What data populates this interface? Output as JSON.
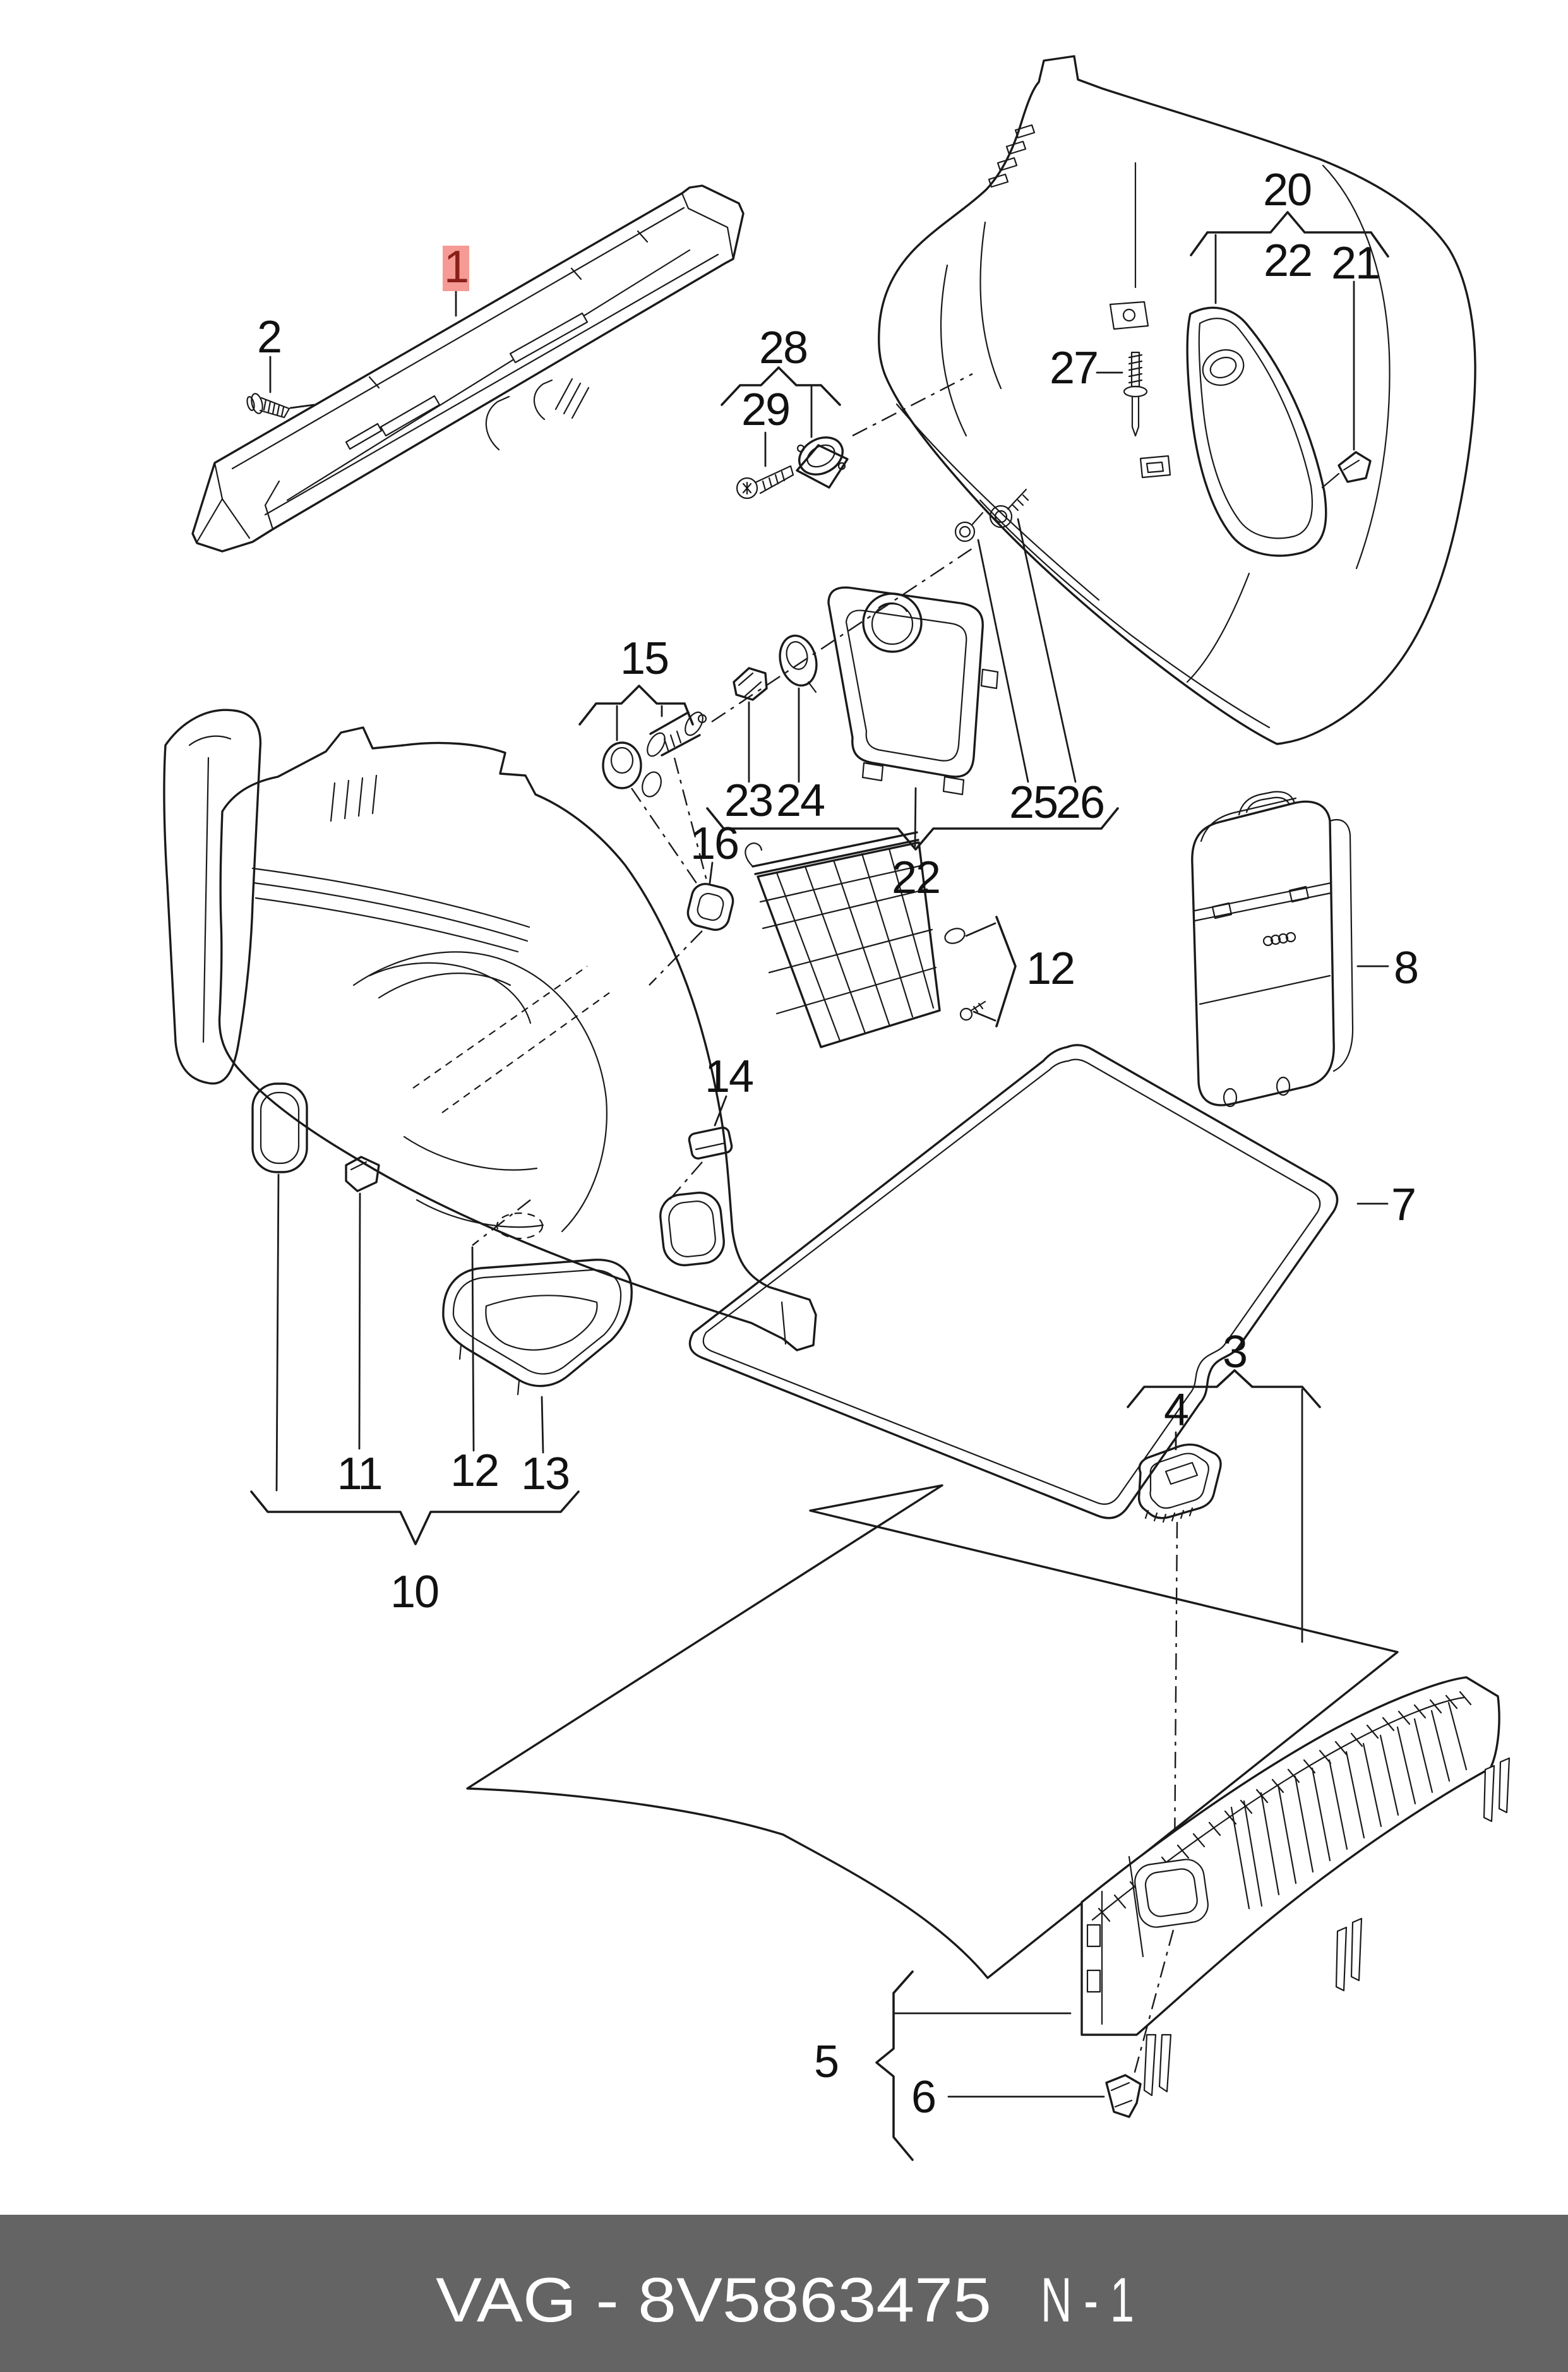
{
  "diagram": {
    "type": "exploded-parts-diagram",
    "subject": "luggage compartment trim / loading floor",
    "selected_part": "1"
  },
  "callouts": [
    {
      "label": "1",
      "highlighted": true
    },
    {
      "label": "2",
      "highlighted": false
    },
    {
      "label": "28",
      "highlighted": false
    },
    {
      "label": "29",
      "highlighted": false
    },
    {
      "label": "20",
      "highlighted": false
    },
    {
      "label": "22",
      "highlighted": false
    },
    {
      "label": "21",
      "highlighted": false
    },
    {
      "label": "27",
      "highlighted": false
    },
    {
      "label": "23",
      "highlighted": false
    },
    {
      "label": "24",
      "highlighted": false
    },
    {
      "label": "25",
      "highlighted": false
    },
    {
      "label": "26",
      "highlighted": false
    },
    {
      "label": "22",
      "highlighted": false
    },
    {
      "label": "15",
      "highlighted": false
    },
    {
      "label": "16",
      "highlighted": false
    },
    {
      "label": "14",
      "highlighted": false
    },
    {
      "label": "12",
      "highlighted": false
    },
    {
      "label": "8",
      "highlighted": false
    },
    {
      "label": "7",
      "highlighted": false
    },
    {
      "label": "11",
      "highlighted": false
    },
    {
      "label": "12",
      "highlighted": false
    },
    {
      "label": "13",
      "highlighted": false
    },
    {
      "label": "10",
      "highlighted": false
    },
    {
      "label": "3",
      "highlighted": false
    },
    {
      "label": "4",
      "highlighted": false
    },
    {
      "label": "5",
      "highlighted": false
    },
    {
      "label": "6",
      "highlighted": false
    }
  ],
  "footer": {
    "part_code": "VAG - 8V5863475",
    "page_ref": "N - 1"
  },
  "colors": {
    "line": "#1a1a1a",
    "background": "#ffffff",
    "footer_bg": "#646464",
    "footer_text": "#ffffff",
    "highlight_bg": "#f59a94",
    "highlight_text": "#8a1f1a"
  }
}
